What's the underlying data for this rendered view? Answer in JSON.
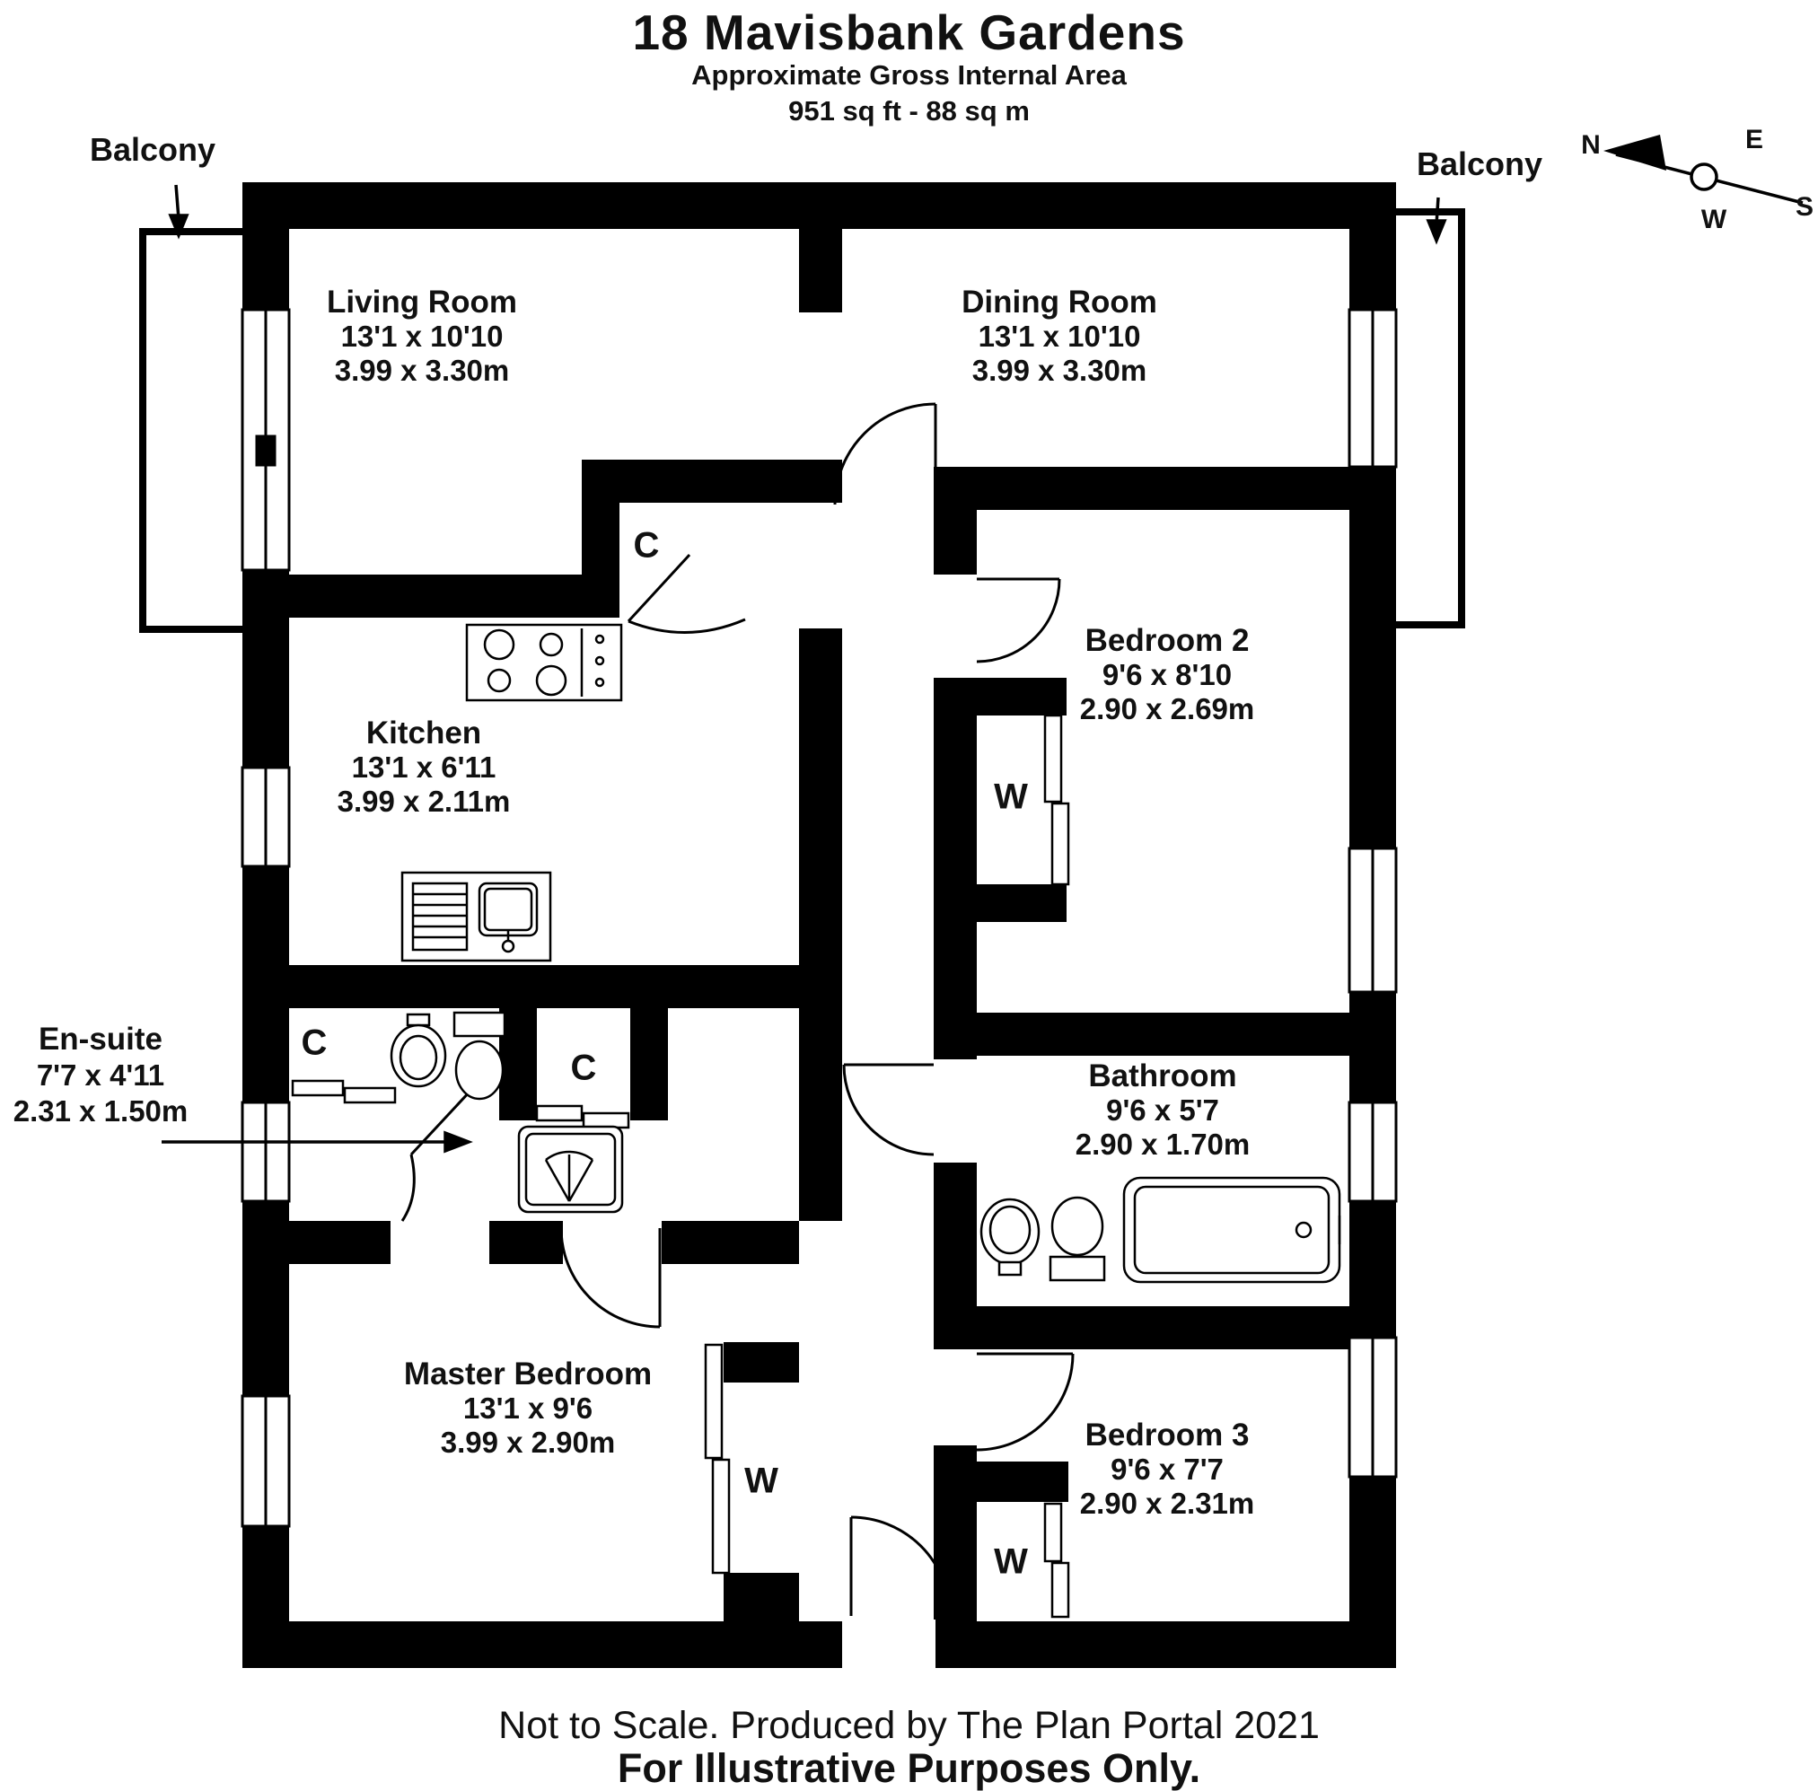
{
  "header": {
    "title": "18 Mavisbank Gardens",
    "subtitle": "Approximate Gross Internal Area",
    "area": "951 sq ft - 88 sq m"
  },
  "compass": {
    "n": "N",
    "e": "E",
    "s": "S",
    "w": "W"
  },
  "balconies": {
    "left": "Balcony",
    "right": "Balcony"
  },
  "rooms": {
    "living": {
      "name": "Living Room",
      "imperial": "13'1 x 10'10",
      "metric": "3.99 x 3.30m"
    },
    "dining": {
      "name": "Dining Room",
      "imperial": "13'1 x 10'10",
      "metric": "3.99 x 3.30m"
    },
    "kitchen": {
      "name": "Kitchen",
      "imperial": "13'1 x 6'11",
      "metric": "3.99 x 2.11m"
    },
    "bedroom2": {
      "name": "Bedroom 2",
      "imperial": "9'6 x 8'10",
      "metric": "2.90 x 2.69m"
    },
    "ensuite": {
      "name": "En-suite",
      "imperial": "7'7 x 4'11",
      "metric": "2.31 x 1.50m"
    },
    "bathroom": {
      "name": "Bathroom",
      "imperial": "9'6 x 5'7",
      "metric": "2.90 x 1.70m"
    },
    "master": {
      "name": "Master Bedroom",
      "imperial": "13'1 x 9'6",
      "metric": "3.99 x 2.90m"
    },
    "bedroom3": {
      "name": "Bedroom 3",
      "imperial": "9'6 x 7'7",
      "metric": "2.90 x 2.31m"
    }
  },
  "storage": {
    "c_kitchen": "C",
    "c_ensuite_left": "C",
    "c_ensuite_right": "C",
    "w_bedroom2": "W",
    "w_master": "W",
    "w_bedroom3": "W"
  },
  "footer": {
    "line1": "Not to Scale. Produced by The Plan Portal 2021",
    "line2": "For Illustrative Purposes Only."
  },
  "colors": {
    "wall": "#000000",
    "background": "#ffffff",
    "text": "#111111"
  }
}
